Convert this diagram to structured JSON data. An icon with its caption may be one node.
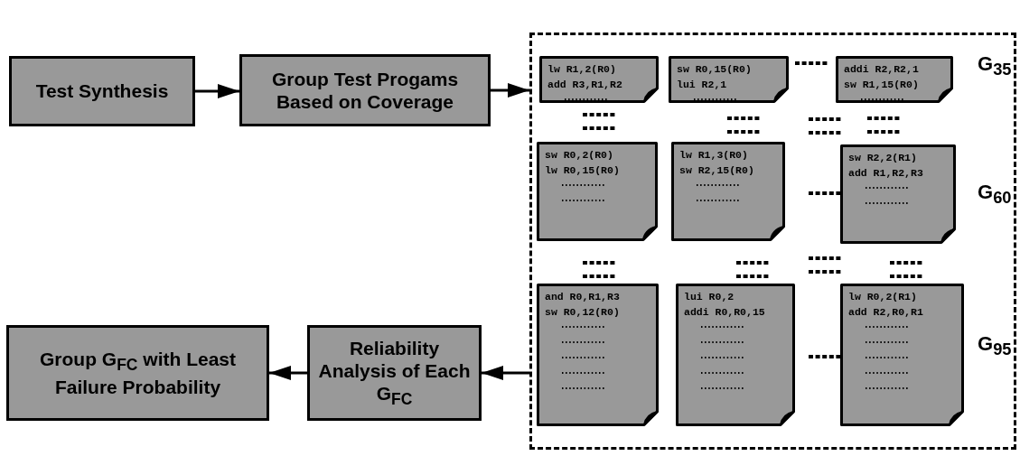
{
  "diagram": {
    "nodes": [
      {
        "text": [
          "Test Synthesis"
        ]
      },
      {
        "text": [
          "Group Test Progams Based on Coverage"
        ]
      },
      {
        "text": [],
        "shape": "box"
      },
      {
        "text": [
          "lw R1,2(R0)",
          "add R3,R1,R2"
        ],
        "in": 2
      },
      {
        "text": [
          "sw R0,15(R0)",
          "lui R2,1"
        ],
        "in": 2
      },
      {
        "text": [
          "addi R2,R2,1",
          "sw R1,15(R0)"
        ],
        "in": 2
      },
      {
        "text": [
          "sw R0,2(R0)",
          "lw R0,15(R0)"
        ],
        "in": 2
      },
      {
        "text": [
          "lw R1,3(R0)",
          "sw R2,15(R0)"
        ],
        "in": 2
      },
      {
        "text": [
          "sw R2,2(R1)",
          "add R1,R2,R3"
        ],
        "in": 2
      },
      {
        "text": [
          "and R0,R1,R3",
          "sw R0,12(R0)"
        ],
        "in": 2
      },
      {
        "text": [
          "lui R0,2",
          "addi R0,R0,15"
        ],
        "in": 2
      },
      {
        "text": [
          "lw R0,2(R1)",
          "add R2,R0,R1"
        ],
        "in": 2
      },
      {
        "text": [
          "Reliability Analysis of Each G$_{FC}$"
        ]
      },
      {
        "text": [
          "Group G$_{FC}$ with Least Failure Probability"
        ]
      }
    ],
    "edges": [
      {
        "from": 0,
        "to": 1,
        "arrow": "to"
      },
      {
        "from": 1,
        "to": 2,
        "arrow": "to"
      },
      {
        "from": 2,
        "to": 12,
        "arrow": "to"
      },
      {
        "from": 12,
        "to": 13,
        "arrow": "to"
      }
    ],
    "labels": [
      "G$_{35}$",
      "G$_{60}$",
      "G$_{95}$"
    ]
  }
}
